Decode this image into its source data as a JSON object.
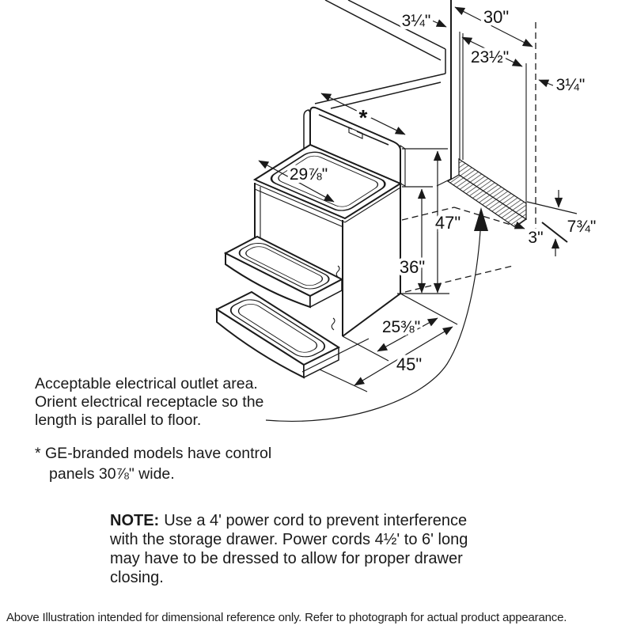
{
  "page": {
    "background": "#ffffff",
    "line_color": "#1a1a1a"
  },
  "dimensions": {
    "counter_overhang_left": "3¼\"",
    "opening_width": "30\"",
    "wall_depth": "23½\"",
    "counter_overhang_right": "3¼\"",
    "control_panel_marker": "*",
    "cooktop_width": "29⅞\"",
    "backsplash_height": "47\"",
    "cooktop_height": "36\"",
    "range_depth": "25⅜\"",
    "drawer_open_depth": "45\"",
    "outlet_floor_offset": "3\"",
    "outlet_height": "7¾\""
  },
  "outlet_note": {
    "lines": [
      "Acceptable electrical outlet area.",
      "Orient electrical receptacle so the",
      "length is parallel to floor."
    ]
  },
  "footnote": {
    "marker": "*",
    "lines": [
      "GE-branded models have control",
      "panels 30⅞\" wide."
    ]
  },
  "note": {
    "label": "NOTE:",
    "lines": [
      "Use a 4' power cord to prevent interference",
      "with the storage drawer. Power cords 4½' to 6' long",
      "may have to be dressed to allow for proper drawer",
      "closing."
    ]
  },
  "footer": {
    "text": "Above Illustration intended for dimensional reference only. Refer to photograph for actual product appearance."
  }
}
